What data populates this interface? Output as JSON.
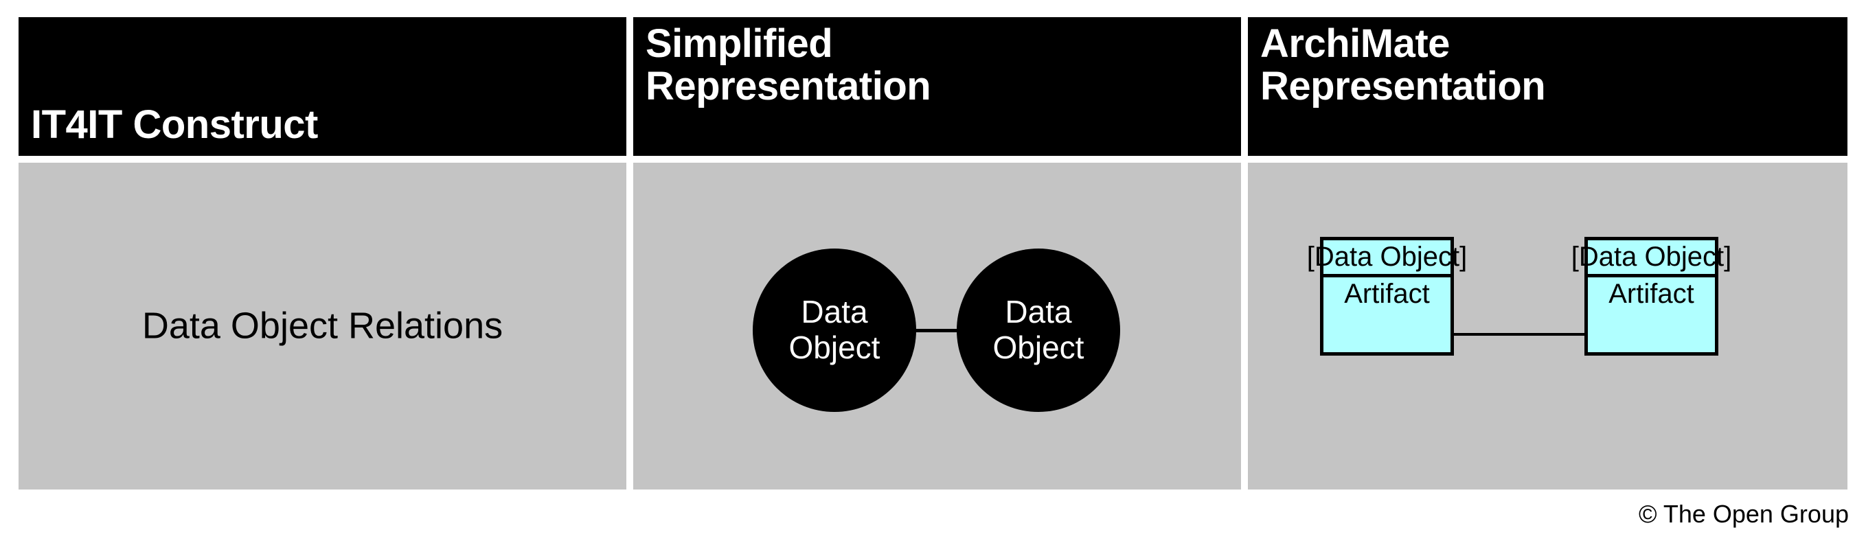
{
  "table": {
    "headers": [
      {
        "label": "IT4IT Construct"
      },
      {
        "label": "Simplified\nRepresentation"
      },
      {
        "label": "ArchiMate\nRepresentation"
      }
    ],
    "rows": [
      {
        "construct": "Data Object Relations",
        "simplified": {
          "nodes": [
            {
              "label": "Data\nObject"
            },
            {
              "label": "Data\nObject"
            }
          ],
          "connector": "association-line"
        },
        "archimate": {
          "elements": [
            {
              "stereotype": "[Data Object]",
              "name": "Artifact"
            },
            {
              "stereotype": "[Data Object]",
              "name": "Artifact"
            }
          ],
          "connector": "association-line"
        }
      }
    ]
  },
  "footer": {
    "copyright": "© The Open Group"
  },
  "colors": {
    "header_background": "#000000",
    "header_text": "#ffffff",
    "body_background": "#c4c4c4",
    "node_fill": "#000000",
    "node_text": "#ffffff",
    "archimate_fill": "#b0ffff",
    "archimate_border": "#000000",
    "page_background": "#ffffff"
  }
}
